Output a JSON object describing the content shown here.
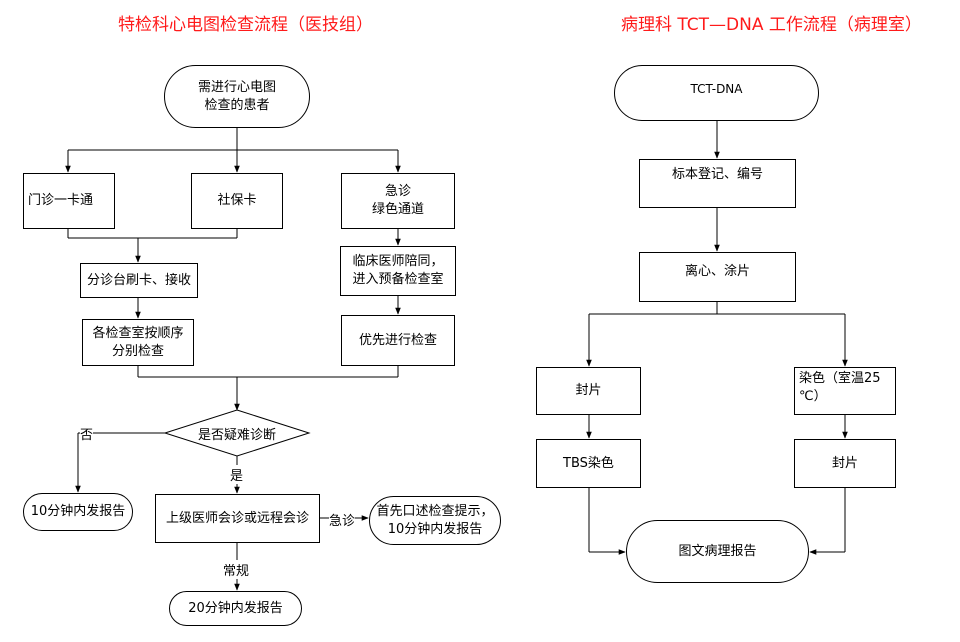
{
  "left": {
    "title": "特检科心电图检查流程（医技组）",
    "start": "需进行心电图\n检查的患者",
    "outpatient_card": "门诊一卡通",
    "social_card": "社保卡",
    "emergency": "急诊\n绿色通道",
    "triage": "分诊台刷卡、接收",
    "rooms_order": "各检查室按顺序\n分别检查",
    "clinician_escort": "临床医师陪同，\n进入预备检查室",
    "priority_exam": "优先进行检查",
    "decision": "是否疑难诊断",
    "label_no": "否",
    "label_yes": "是",
    "report_10_no": "10分钟内发报告",
    "senior_consult": "上级医师会诊或远程会诊",
    "label_urgent": "急诊",
    "first_oral": "首先口述检查提示，\n10分钟内发报告",
    "label_routine": "常规",
    "report_20": "20分钟内发报告"
  },
  "right": {
    "title": "病理科 TCT—DNA 工作流程（病理室）",
    "start": "TCT-DNA",
    "register": "标本登记、编号",
    "centrifuge": "离心、涂片",
    "seal_left": "封片",
    "stain_room": "染色（室温25\n℃）",
    "tbs_stain": "TBS染色",
    "seal_right": "封片",
    "report": "图文病理报告"
  }
}
